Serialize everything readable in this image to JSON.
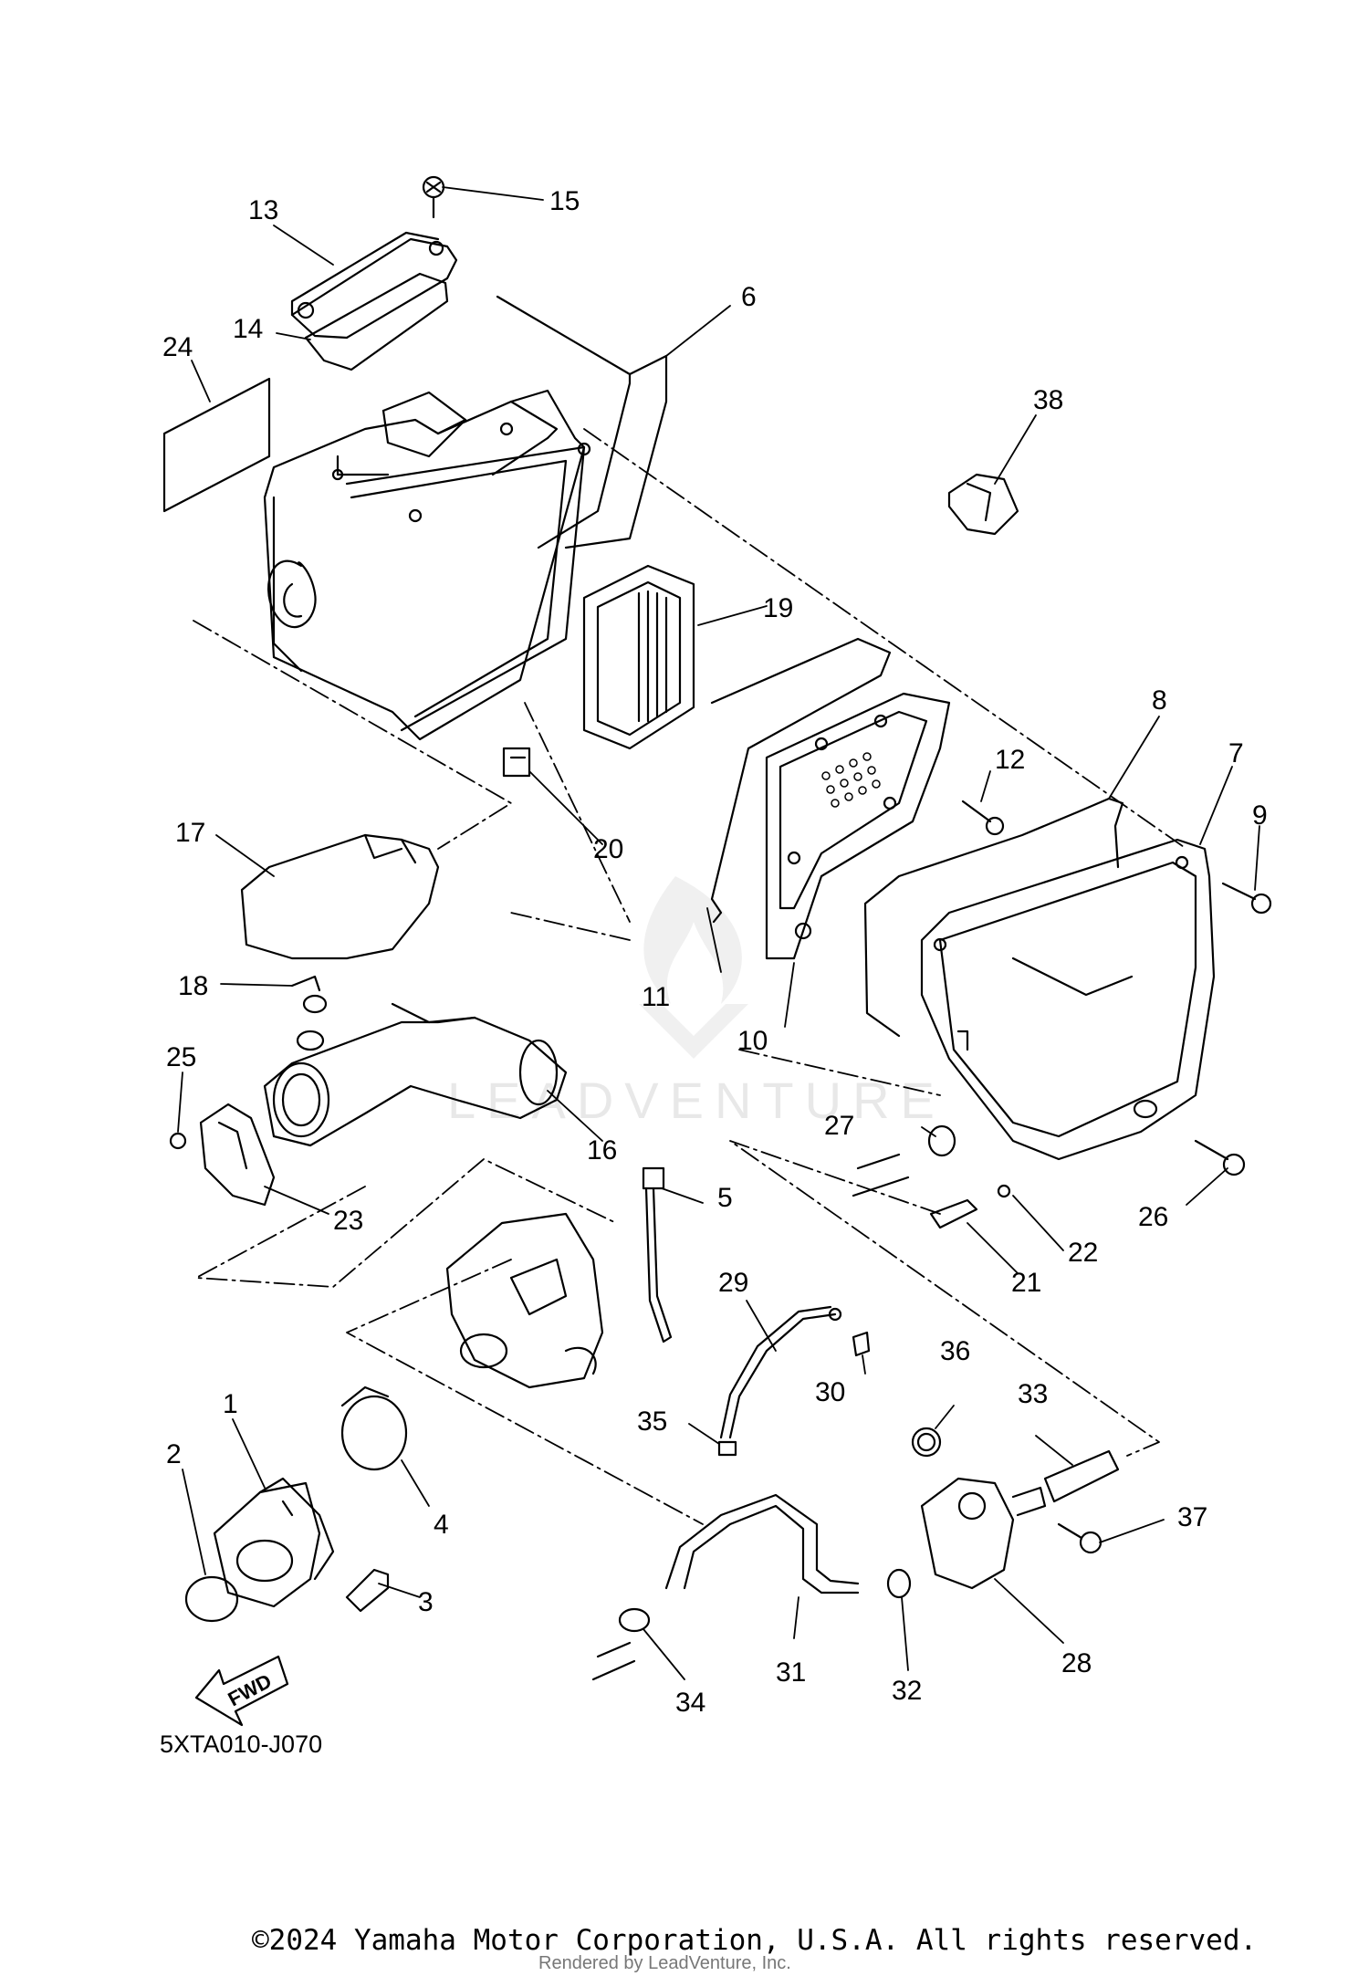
{
  "diagram": {
    "code": "5XTA010-J070",
    "fwd_label": "FWD",
    "watermark": "LEADVENTURE",
    "callouts": [
      {
        "id": "1",
        "text": "1"
      },
      {
        "id": "2",
        "text": "2"
      },
      {
        "id": "3",
        "text": "3"
      },
      {
        "id": "4",
        "text": "4"
      },
      {
        "id": "5",
        "text": "5"
      },
      {
        "id": "6",
        "text": "6"
      },
      {
        "id": "7",
        "text": "7"
      },
      {
        "id": "8",
        "text": "8"
      },
      {
        "id": "9",
        "text": "9"
      },
      {
        "id": "10",
        "text": "10"
      },
      {
        "id": "11",
        "text": "11"
      },
      {
        "id": "12",
        "text": "12"
      },
      {
        "id": "13",
        "text": "13"
      },
      {
        "id": "14",
        "text": "14"
      },
      {
        "id": "15",
        "text": "15"
      },
      {
        "id": "16",
        "text": "16"
      },
      {
        "id": "17",
        "text": "17"
      },
      {
        "id": "18",
        "text": "18"
      },
      {
        "id": "19",
        "text": "19"
      },
      {
        "id": "20",
        "text": "20"
      },
      {
        "id": "21",
        "text": "21"
      },
      {
        "id": "22",
        "text": "22"
      },
      {
        "id": "23",
        "text": "23"
      },
      {
        "id": "24",
        "text": "24"
      },
      {
        "id": "25",
        "text": "25"
      },
      {
        "id": "26",
        "text": "26"
      },
      {
        "id": "27",
        "text": "27"
      },
      {
        "id": "28",
        "text": "28"
      },
      {
        "id": "29",
        "text": "29"
      },
      {
        "id": "30",
        "text": "30"
      },
      {
        "id": "31",
        "text": "31"
      },
      {
        "id": "32",
        "text": "32"
      },
      {
        "id": "33",
        "text": "33"
      },
      {
        "id": "34",
        "text": "34"
      },
      {
        "id": "35",
        "text": "35"
      },
      {
        "id": "36",
        "text": "36"
      },
      {
        "id": "37",
        "text": "37"
      },
      {
        "id": "38",
        "text": "38"
      }
    ]
  },
  "footer": {
    "copyright": "©2024 Yamaha Motor Corporation, U.S.A. All rights reserved.",
    "rendered_by": "Rendered by LeadVenture, Inc."
  }
}
